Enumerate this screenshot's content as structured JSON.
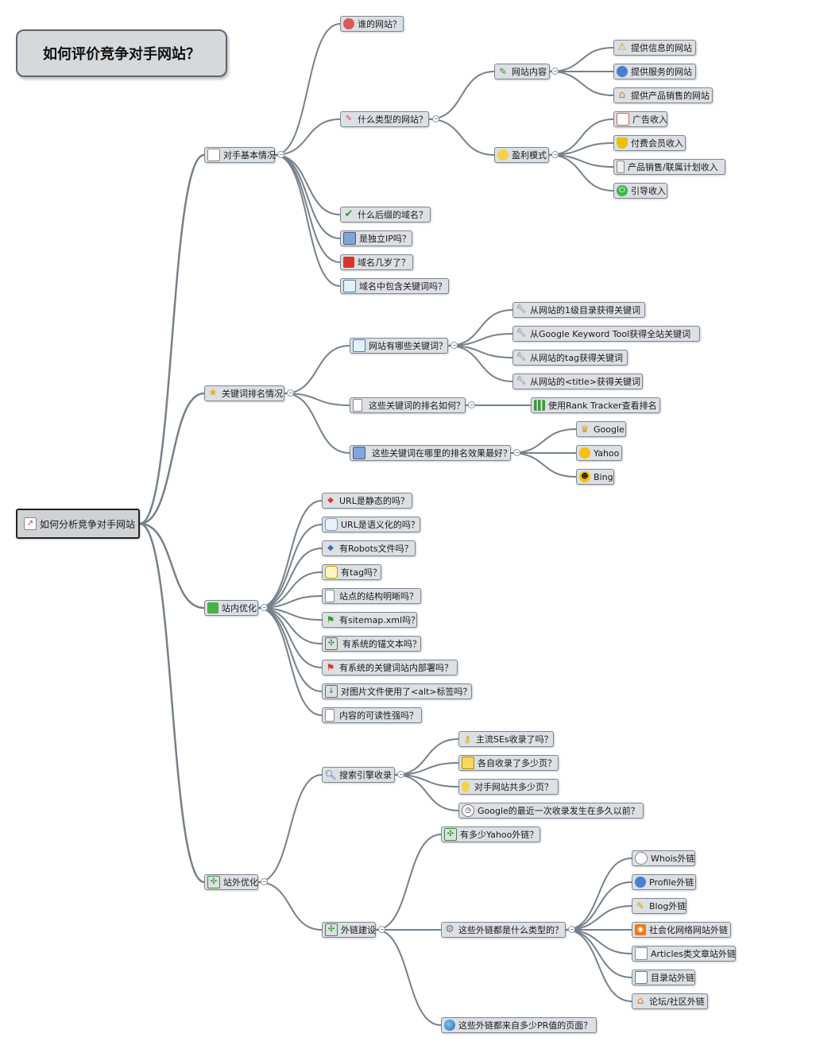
{
  "title": "如何评价竞争对手网站？",
  "root": {
    "label": "如何分析竞争对手网站",
    "icon": "chart-icon"
  },
  "branches": {
    "basic": {
      "label": "对手基本情况",
      "icon": "document-icon",
      "who": {
        "label": "谁的网站？",
        "icon": "user-female-icon"
      },
      "type": {
        "label": "什么类型的网站？",
        "icon": "pencil-eraser-icon"
      },
      "content": {
        "label": "网站内容",
        "icon": "pencil-icon"
      },
      "info": {
        "label": "提供信息的网站",
        "icon": "warning-icon"
      },
      "service": {
        "label": "提供服务的网站",
        "icon": "user-icon"
      },
      "product": {
        "label": "提供产品销售的网站",
        "icon": "house-icon"
      },
      "profit": {
        "label": "盈利模式",
        "icon": "lightbulb-icon"
      },
      "ads": {
        "label": "广告收入",
        "icon": "clipboard-icon"
      },
      "member": {
        "label": "付费会员收入",
        "icon": "shield-icon"
      },
      "sales": {
        "label": "产品销售/联属计划收入",
        "icon": "server-icon"
      },
      "guide": {
        "label": "引导收入",
        "icon": "power-icon"
      },
      "suffix": {
        "label": "什么后缀的域名？",
        "icon": "check-icon"
      },
      "ip": {
        "label": "是独立IP吗？",
        "icon": "monitor-icon"
      },
      "age": {
        "label": "域名几岁了？",
        "icon": "gift-icon"
      },
      "kw": {
        "label": "域名中包含关键词吗？",
        "icon": "book-icon"
      }
    },
    "keyword": {
      "label": "关键词排名情况",
      "icon": "star-icon",
      "which": {
        "label": "网站有哪些关键词？",
        "icon": "book-icon"
      },
      "dir": {
        "label": "从网站的1级目录获得关键词",
        "icon": "wrench-icon"
      },
      "tool": {
        "label": "从Google   Keyword Tool获得全站关键词",
        "icon": "wrench-icon"
      },
      "tag": {
        "label": "从网站的tag获得关键词",
        "icon": "wrench-icon"
      },
      "titletag": {
        "label": "从网站的<title>获得关键词",
        "icon": "wrench-icon"
      },
      "rank": {
        "label": "这些关键词的排名如何？",
        "icon": "abacus-icon"
      },
      "tracker": {
        "label": "使用Rank  Tracker查看排名",
        "icon": "bar-chart-icon"
      },
      "where": {
        "label": "这些关键词在哪里的排名效果最好？",
        "icon": "monitor-icon"
      },
      "google": {
        "label": "Google",
        "icon": "crown-icon"
      },
      "yahoo": {
        "label": "Yahoo",
        "icon": "sun-icon"
      },
      "bing": {
        "label": "Bing",
        "icon": "smiley-icon"
      }
    },
    "onsite": {
      "label": "站内优化",
      "icon": "puzzle-icon",
      "items": [
        {
          "label": "URL是静态的吗？",
          "icon": "code-arrows-icon"
        },
        {
          "label": "URL是语义化的吗？",
          "icon": "speech-bubble-icon"
        },
        {
          "label": "有Robots文件吗？",
          "icon": "code-icon"
        },
        {
          "label": "有tag吗？",
          "icon": "comment-icon"
        },
        {
          "label": "站点的结构明晰吗？",
          "icon": "notepad-icon"
        },
        {
          "label": "有sitemap.xml吗？",
          "icon": "green-flag-icon"
        },
        {
          "label": "有系统的锚文本吗？",
          "icon": "fullscreen-icon"
        },
        {
          "label": "有系统的关键词站内部署吗？",
          "icon": "red-flag-icon"
        },
        {
          "label": "对图片文件使用了<alt>标签吗？",
          "icon": "download-icon"
        },
        {
          "label": "内容的可读性强吗？",
          "icon": "page-icon"
        }
      ]
    },
    "offsite": {
      "label": "站外优化",
      "icon": "arrows-icon",
      "search": {
        "label": "搜索引擎收录",
        "icon": "magnifier-icon"
      },
      "main": {
        "label": "主流SEs收录了吗？",
        "icon": "key-icon"
      },
      "each": {
        "label": "各自收录了多少页？",
        "icon": "inbox-icon"
      },
      "total": {
        "label": "对手网站共多少页？",
        "icon": "lightbulb-icon"
      },
      "recent": {
        "label": "Google的最近一次收录发生在多久以前？",
        "icon": "clock-icon"
      },
      "backlink": {
        "label": "外链建设",
        "icon": "arrows-icon"
      },
      "yahoolinks": {
        "label": "有多少Yahoo外链？",
        "icon": "arrows-icon"
      },
      "linktype": {
        "label": "这些外链都是什么类型的？",
        "icon": "gear-icon"
      },
      "whois": {
        "label": "Whois外链",
        "icon": "user-icon"
      },
      "profile": {
        "label": "Profile外链",
        "icon": "user-icon"
      },
      "blog": {
        "label": "Blog外链",
        "icon": "pencil-icon"
      },
      "social": {
        "label": "社会化网络网站外链",
        "icon": "rss-icon"
      },
      "articles": {
        "label": "Articles类文章站外链",
        "icon": "document-icon"
      },
      "directory": {
        "label": "目录站外链",
        "icon": "table-icon"
      },
      "forum": {
        "label": "论坛/社区外链",
        "icon": "house-icon"
      },
      "pr": {
        "label": "这些外链都来自多少PR值的页面？",
        "icon": "globe-icon"
      }
    }
  },
  "colors": {
    "connector": "#76808a",
    "node_fill": "#dcdfe3",
    "node_border": "#7d8791"
  }
}
